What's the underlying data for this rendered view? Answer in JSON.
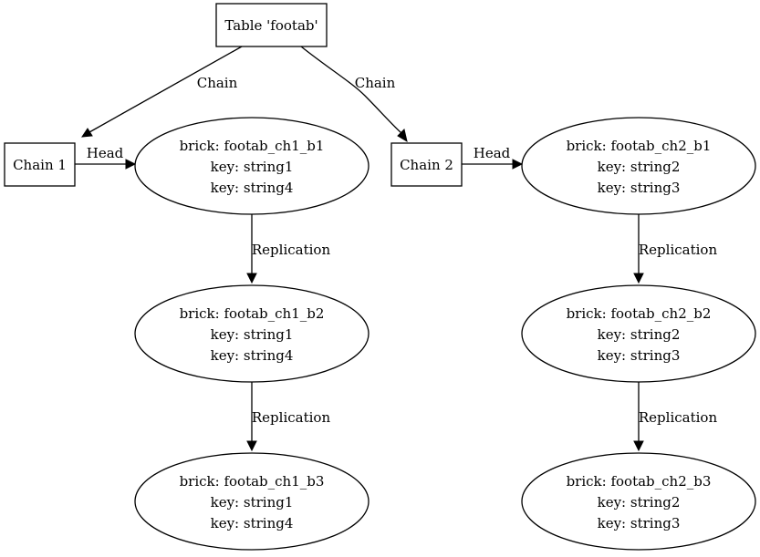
{
  "table": {
    "label": "Table 'footab'"
  },
  "chains": [
    {
      "label": "Chain 1",
      "bricks": [
        {
          "lines": [
            "brick: footab_ch1_b1",
            "key: string1",
            "key: string4"
          ]
        },
        {
          "lines": [
            "brick: footab_ch1_b2",
            "key: string1",
            "key: string4"
          ]
        },
        {
          "lines": [
            "brick: footab_ch1_b3",
            "key: string1",
            "key: string4"
          ]
        }
      ]
    },
    {
      "label": "Chain 2",
      "bricks": [
        {
          "lines": [
            "brick: footab_ch2_b1",
            "key: string2",
            "key: string3"
          ]
        },
        {
          "lines": [
            "brick: footab_ch2_b2",
            "key: string2",
            "key: string3"
          ]
        },
        {
          "lines": [
            "brick: footab_ch2_b3",
            "key: string2",
            "key: string3"
          ]
        }
      ]
    }
  ],
  "edge_labels": {
    "chain": "Chain",
    "head": "Head",
    "replication": "Replication"
  }
}
